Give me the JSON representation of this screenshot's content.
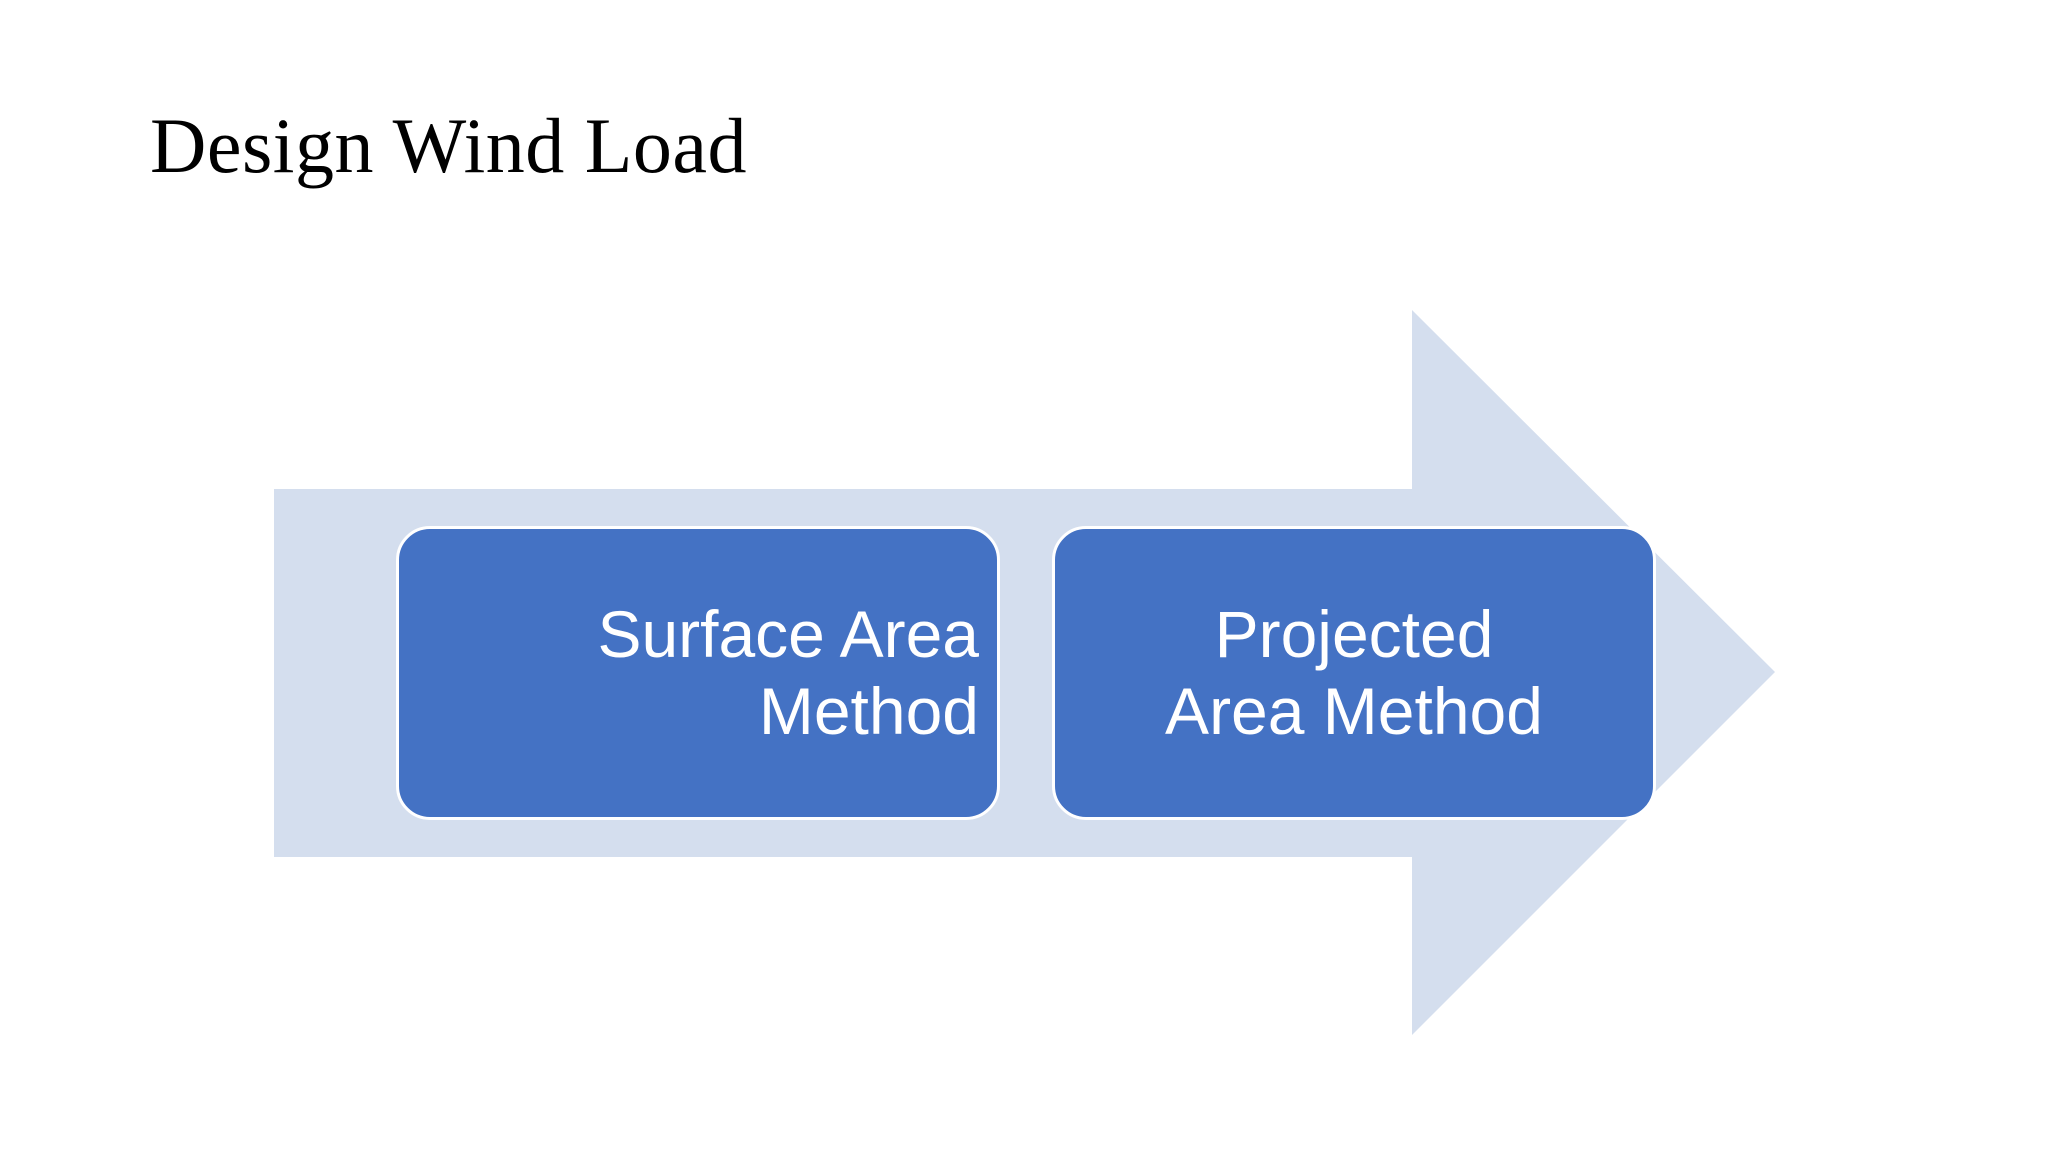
{
  "slide": {
    "title": "Design Wind Load",
    "background_color": "#FFFFFF"
  },
  "diagram": {
    "name": "process-arrow",
    "arrow": {
      "shape": "right-arrow",
      "fill_color": "#D4DEEE",
      "direction": "right"
    },
    "boxes": [
      {
        "label": "Surface Area\nMethod",
        "fill_color": "#4472C4",
        "text_color": "#FFFFFF",
        "border_color": "#FFFFFF",
        "align": "right"
      },
      {
        "label": "Projected\nArea Method",
        "fill_color": "#4472C4",
        "text_color": "#FFFFFF",
        "border_color": "#FFFFFF",
        "align": "center"
      }
    ]
  }
}
